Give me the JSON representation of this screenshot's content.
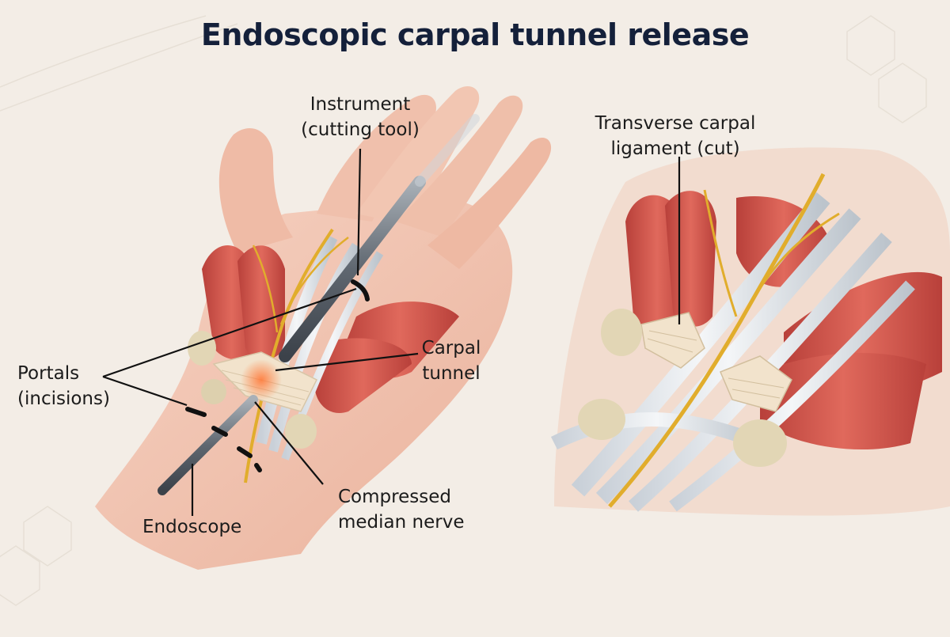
{
  "title": "Endoscopic carpal tunnel release",
  "labels": {
    "instrument": [
      "Instrument",
      "(cutting tool)"
    ],
    "portals": [
      "Portals",
      "(incisions)"
    ],
    "carpal_tunnel": [
      "Carpal",
      "tunnel"
    ],
    "endoscope": "Endoscope",
    "compressed_nerve": [
      "Compressed",
      "median nerve"
    ],
    "ligament_cut": [
      "Transverse carpal",
      "ligament (cut)"
    ]
  },
  "colors": {
    "background": "#f3ede6",
    "skin": "#f1c2ae",
    "muscle": "#d65a4f",
    "tendon": "#e7ecf0",
    "ligament": "#f2e3cc",
    "nerve": "#e1ad2c",
    "instrument": "#6f7780",
    "bone": "#e2d6b5",
    "text": "#1b1b1b",
    "title": "#14203a"
  }
}
